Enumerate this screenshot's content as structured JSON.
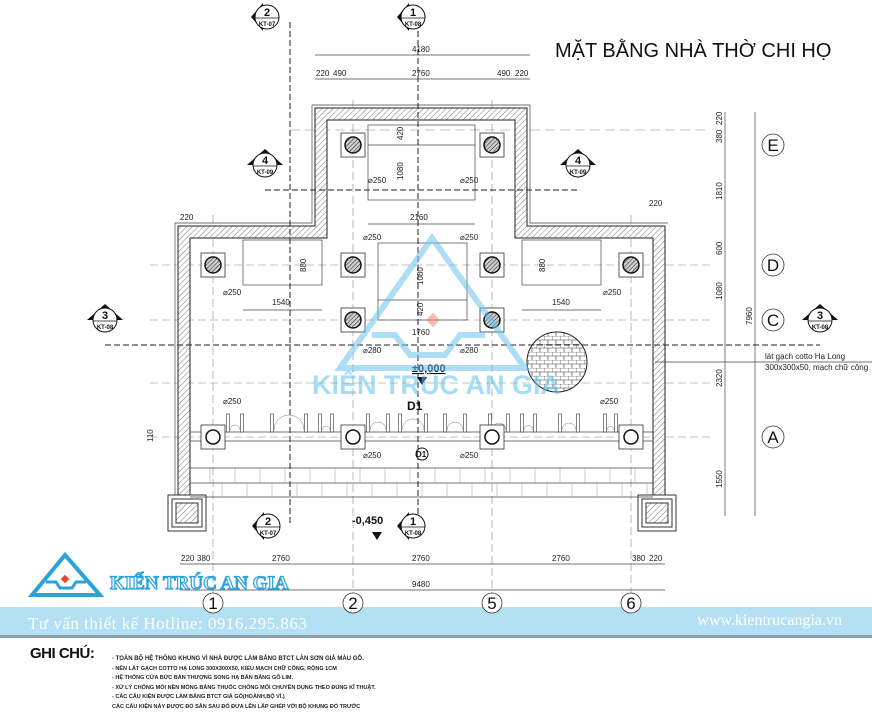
{
  "title": "MẶT BẰNG NHÀ THỜ CHI HỌ",
  "brand": {
    "name": "KIẾN TRÚC AN GIA",
    "watermark": "KIẾN TRÚC AN GIA",
    "hotline": "Tư vấn thiết kế Hotline: 0916.295.863",
    "website": "www.kientrucangia.vn",
    "logo_color": "#29a3dc",
    "accent_color": "#f08a6a"
  },
  "dimensions": {
    "top_overall": "4180",
    "top_parts": [
      "220",
      "490",
      "2760",
      "490",
      "220"
    ],
    "altar_height_a": "420",
    "altar_height_b": "1080",
    "altar_width": "2160",
    "side_table_h_left": "880",
    "side_table_h_right": "880",
    "side_table_w_left": "1540",
    "side_table_w_right": "1540",
    "center_table_h": "1080",
    "center_table_h2": "420",
    "center_table_w": "1760",
    "left_wall": "220",
    "right_wall": "220",
    "left_small": "110",
    "right_parts": [
      "220",
      "380",
      "1810",
      "600",
      "1080",
      "2320",
      "1550"
    ],
    "right_overall": "7960",
    "bottom_parts": [
      "220",
      "380",
      "2760",
      "2760",
      "2760",
      "380",
      "220"
    ],
    "bottom_overall": "9480"
  },
  "columns": {
    "d250": "⌀250",
    "d280": "⌀280"
  },
  "levels": {
    "floor": "±0,000",
    "yard": "-0,450"
  },
  "door_tag": "D1",
  "door_tag_circle": "D1",
  "floor_note": [
    "lát gạch cotto Hạ Long",
    "300x300x50, mạch chữ công"
  ],
  "grid_axes": {
    "vertical": [
      "1",
      "2",
      "5",
      "6"
    ],
    "horizontal": [
      "E",
      "D",
      "C",
      "A"
    ]
  },
  "section_marks": [
    {
      "num": "2",
      "sheet": "KT-07"
    },
    {
      "num": "1",
      "sheet": "KT-08"
    },
    {
      "num": "4",
      "sheet": "KT-09"
    },
    {
      "num": "4",
      "sheet": "KT-09"
    },
    {
      "num": "3",
      "sheet": "KT-08"
    },
    {
      "num": "3",
      "sheet": "KT-08"
    },
    {
      "num": "2",
      "sheet": "KT-07"
    },
    {
      "num": "1",
      "sheet": "KT-08"
    }
  ],
  "notes": {
    "title": "GHI CHÚ:",
    "items": [
      "- TOÀN BỘ HỆ THỐNG KHUNG VÌ NHÀ ĐƯỢC LÀM BẰNG BTCT LÀN SƠN GIẢ MÀU GỖ.",
      "- NỀN LÁT GẠCH COTTO HẠ LONG 300X300X50, KIỂU MẠCH CHỮ CÔNG, RỘNG 1CM",
      "- HỆ THỐNG CỬA BỨC BÀN THƯỢNG SONG HẠ BẢN BẰNG GỖ LIM.",
      "- XỬ LÝ CHỐNG MỐI NỀN MÓNG BẰNG THUỐC CHỐNG MỐI CHUYÊN DỤNG THEO ĐÚNG KĨ THUẬT.",
      "- CÁC CẤU KIỆN ĐƯỢC LÀM BẰNG BTCT GIẢ GỖ(HOÀNH,BỘ VÌ.)",
      "  CÁC CẤU KIỆN NÀY ĐƯỢC ĐỔ SẴN SAU ĐÓ ĐƯA LÊN LẮP GHÉP VỚI BỘ KHUNG ĐỔ TRƯỚC"
    ]
  }
}
